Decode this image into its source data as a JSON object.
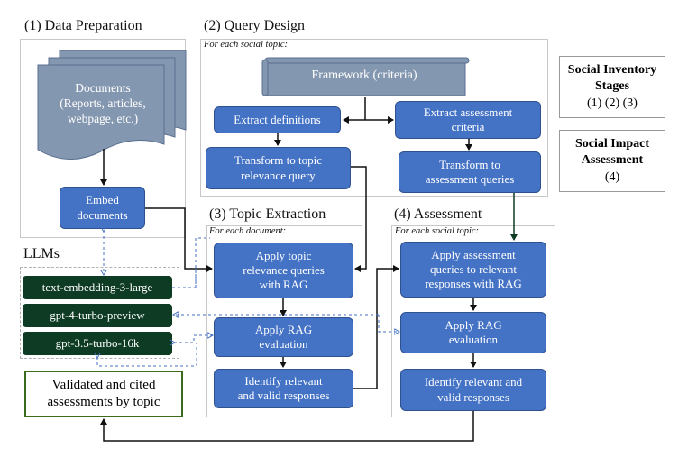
{
  "sections": {
    "data_preparation": "(1) Data Preparation",
    "query_design": "(2) Query Design",
    "topic_extraction": "(3) Topic Extraction",
    "assessment": "(4) Assessment",
    "llms": "LLMs"
  },
  "notes": {
    "query_design": "For each social topic:",
    "topic_extraction": "For each document:",
    "assessment": "For each social topic:"
  },
  "nodes": {
    "documents": "Documents\n(Reports, articles,\nwebpage, etc.)",
    "embed_documents": "Embed\ndocuments",
    "framework": "Framework (criteria)",
    "extract_definitions": "Extract definitions",
    "extract_assessment_criteria": "Extract assessment\ncriteria",
    "transform_topic_relevance_query": "Transform to topic\nrelevance query",
    "transform_assessment_queries": "Transform to\nassessment queries",
    "apply_topic_relevance": "Apply topic\nrelevance queries\nwith RAG",
    "apply_rag_eval_1": "Apply RAG\nevaluation",
    "identify_relevant_1": "Identify relevant\nand valid responses",
    "apply_assessment_queries": "Apply assessment\nqueries to relevant\nresponses with RAG",
    "apply_rag_eval_2": "Apply RAG\nevaluation",
    "identify_relevant_2": "Identify relevant and\nvalid responses",
    "validated": "Validated and cited\nassessments by topic"
  },
  "llms": [
    "text-embedding-3-large",
    "gpt-4-turbo-preview",
    "gpt-3.5-turbo-16k"
  ],
  "legend": {
    "inventory_title": "Social Inventory\nStages",
    "inventory_stages": "(1) (2) (3)",
    "impact_title": "Social Impact\nAssessment",
    "impact_stages": "(4)"
  },
  "colors": {
    "box_fill": "#4472c4",
    "box_border": "#2f528f",
    "llm_fill": "#0e3b24",
    "doc_fill": "#8497b0",
    "output_border": "#3a6b1e",
    "dashed_link": "#4472c4"
  }
}
